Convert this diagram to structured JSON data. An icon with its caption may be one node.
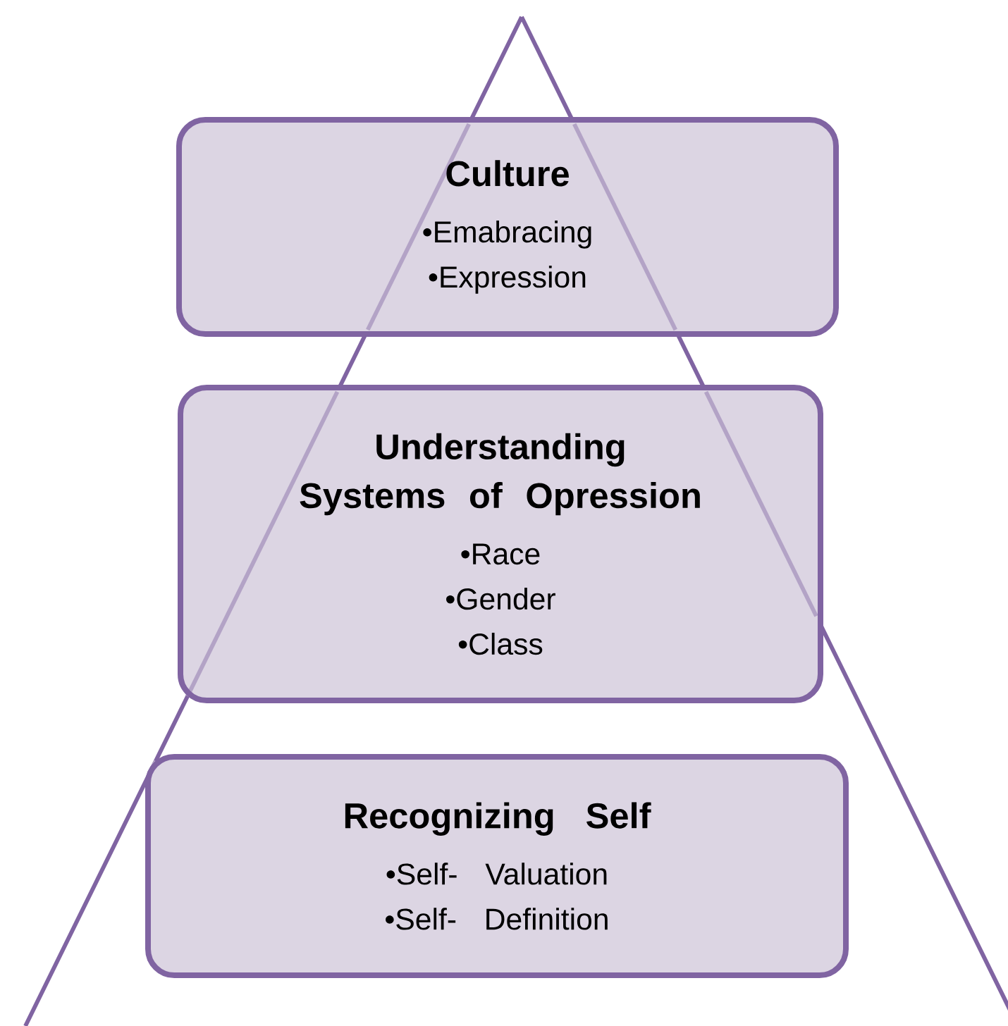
{
  "diagram": {
    "nodes": [
      {
        "text": [
          "Culture",
          "•Emabracing",
          "•Expression"
        ]
      },
      {
        "text": [
          "Understanding Systems of Opression",
          "•Race",
          "•Gender",
          "•Class"
        ]
      },
      {
        "text": [
          "Recognizing Self",
          "•Self- Valuation",
          "•Self- Definition"
        ]
      }
    ]
  }
}
